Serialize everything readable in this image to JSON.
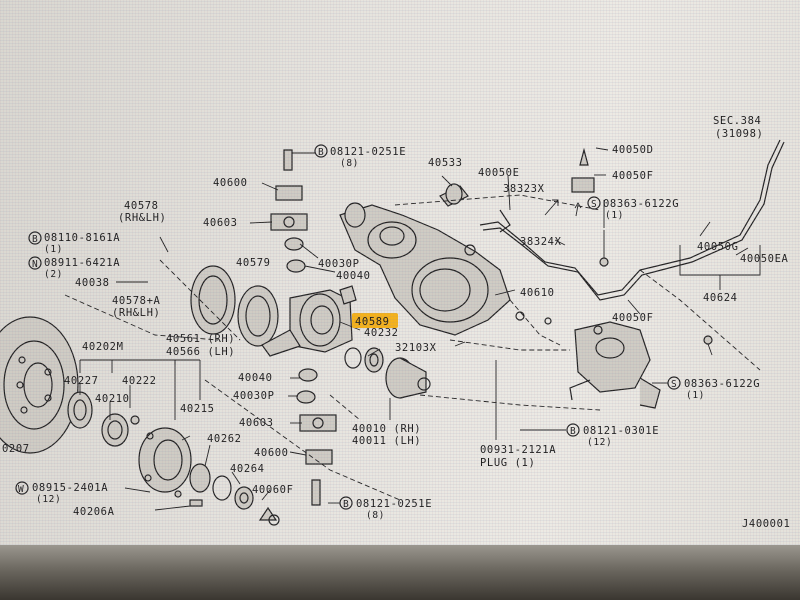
{
  "diagram": {
    "labels": {
      "sec384": "SEC.384",
      "sec384_ref": "(31098)",
      "p08121_0251e_top": "08121-0251E",
      "p08121_0251e_top_qty": "(8)",
      "p40533": "40533",
      "p40050e": "40050E",
      "p38323x": "38323X",
      "p40050d": "40050D",
      "p40050f_top": "40050F",
      "p08363_6122g_top": "08363-6122G",
      "p08363_6122g_top_qty": "(1)",
      "p40578_top": "40578",
      "p40578_top_sub": "(RH&LH)",
      "p40600_top": "40600",
      "p40603_top": "40603",
      "p08110_8161a": "08110-8161A",
      "p08110_8161a_qty": "(1)",
      "p08911_6421a": "08911-6421A",
      "p08911_6421a_qty": "(2)",
      "p40038": "40038",
      "p40578a": "40578+A",
      "p40578a_sub": "(RH&LH)",
      "p40579": "40579",
      "p40030p_top": "40030P",
      "p40040_top": "40040",
      "p38324x": "38324X",
      "p40050g": "40050G",
      "p40050ea": "40050EA",
      "p40610": "40610",
      "p40624": "40624",
      "p40589": "40589",
      "p40232": "40232",
      "p40050f_right": "40050F",
      "p40561": "40561 (RH)",
      "p40566": "40566 (LH)",
      "p32103x": "32103X",
      "p40202m": "40202M",
      "p40227": "40227",
      "p40222": "40222",
      "p40210": "40210",
      "p40215": "40215",
      "p40040_mid": "40040",
      "p40030p_mid": "40030P",
      "p08363_6122g_right": "08363-6122G",
      "p08363_6122g_right_qty": "(1)",
      "p40603_bot": "40603",
      "p40010": "40010 (RH)",
      "p40011": "40011 (LH)",
      "p08121_0301e": "08121-0301E",
      "p08121_0301e_qty": "(12)",
      "p40262": "40262",
      "p40600_bot": "40600",
      "p00931_2121a": "00931-2121A",
      "plug": "PLUG (1)",
      "p40207": "0207",
      "p40264": "40264",
      "p08915_2401a": "08915-2401A",
      "p08915_2401a_qty": "(12)",
      "p40060f": "40060F",
      "p08121_0251e_bot": "08121-0251E",
      "p08121_0251e_bot_qty": "(8)",
      "p40206a": "40206A",
      "figure_id": "J400001",
      "b_marker": "B",
      "w_marker": "W",
      "n_marker": "N",
      "s_marker": "S"
    },
    "highlight_color": "#f5b21a",
    "ink_color": "#1b1b1b"
  }
}
